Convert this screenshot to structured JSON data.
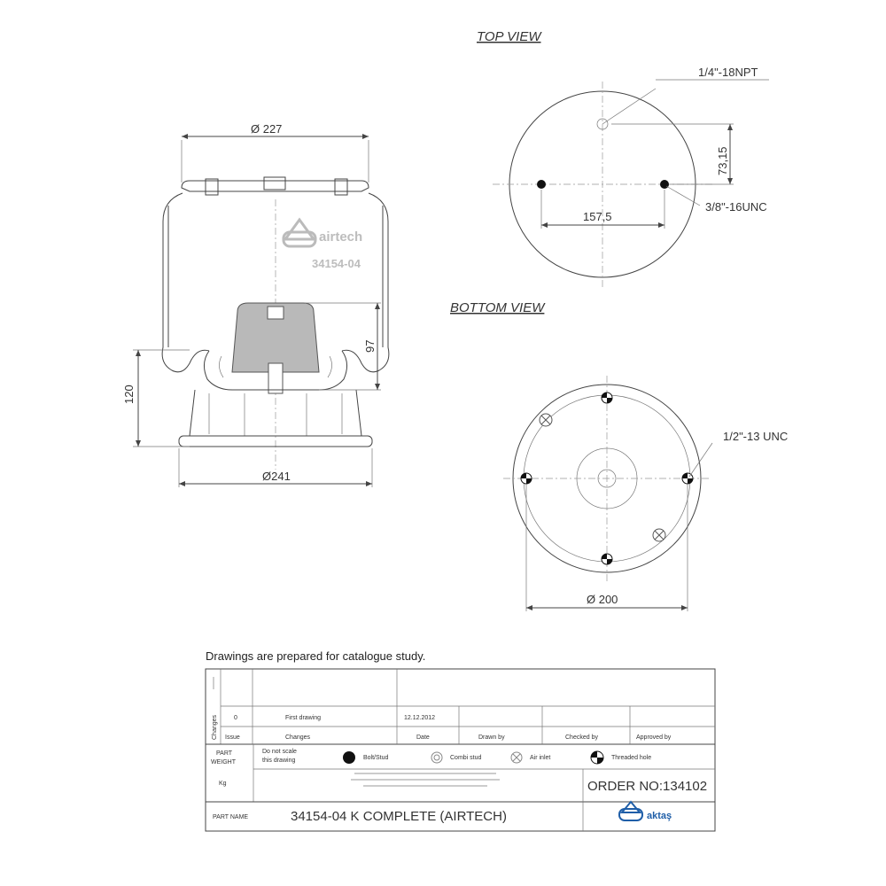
{
  "views": {
    "top_title": "TOP VIEW",
    "bottom_title": "BOTTOM VIEW"
  },
  "side_view": {
    "dim_top_dia": "Ø 227",
    "dim_bottom_dia": "Ø241",
    "dim_height": "120",
    "dim_piston": "97",
    "brand": "airtech",
    "part_code": "34154-04"
  },
  "top_view": {
    "port_label": "1/4\"-18NPT",
    "offset_dim": "73,15",
    "spacing_dim": "157,5",
    "bolt_label": "3/8\"-16UNC"
  },
  "bottom_view": {
    "thread_label": "1/2\"-13 UNC",
    "dia": "Ø 200"
  },
  "note": "Drawings are  prepared for  catalogue study.",
  "title_block": {
    "changes_side_label": "Changes",
    "issue_value": "0",
    "change_value": "First drawing",
    "date_value": "12.12.2012",
    "col_issue": "Issue",
    "col_changes": "Changes",
    "col_date": "Date",
    "col_drawn": "Drawn by",
    "col_checked": "Checked by",
    "col_approved": "Approved by",
    "part_label": "PART",
    "weight_label": "WEIGHT",
    "kg_label": "Kg",
    "do_not_scale_1": "Do not scale",
    "do_not_scale_2": "this drawing",
    "legend_bolt": "Bolt/Stud",
    "legend_combi": "Combi stud",
    "legend_air": "Air inlet",
    "legend_threaded": "Threaded hole",
    "order_no": "ORDER NO:134102",
    "part_name_label": "PART NAME",
    "part_name": "34154-04 K COMPLETE (AIRTECH)",
    "company": "aktaş"
  }
}
